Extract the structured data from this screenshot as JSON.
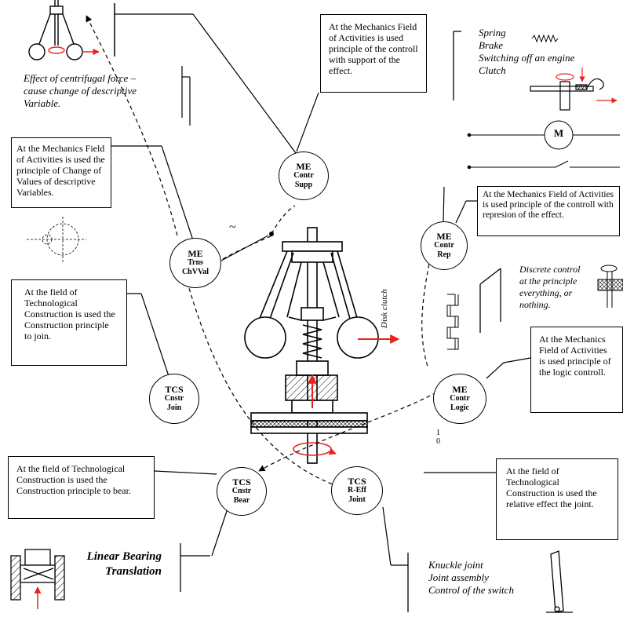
{
  "nodes": {
    "me_contr_supp": {
      "l1": "ME",
      "l2": "Contr",
      "l3": "Supp"
    },
    "me_trns_chvval": {
      "l1": "ME",
      "l2": "Trns",
      "l3": "ChVVal"
    },
    "me_contr_rep": {
      "l1": "ME",
      "l2": "Contr",
      "l3": "Rep"
    },
    "me_contr_logic": {
      "l1": "ME",
      "l2": "Contr",
      "l3": "Logic"
    },
    "tcs_cnstr_join": {
      "l1": "TCS",
      "l2": "Cnstr",
      "l3": "Join"
    },
    "tcs_cnstr_bear": {
      "l1": "TCS",
      "l2": "Cnstr",
      "l3": "Bear"
    },
    "tcs_reff_joint": {
      "l1": "TCS",
      "l2": "R-Eff",
      "l3": "Joint"
    }
  },
  "boxes": {
    "contr_supp": "At the Mechanics Field of Activities is used principle of the controll with support of the effect.",
    "chvval": "At the Mechanics Field of Activities is used the principle of Change of Values of descriptive Variables.",
    "contr_rep": "At the Mechanics Field of Activities is used principle of the controll with represion of the effect.",
    "join": "At the field of Technological Construction is used the Construction principle to join.",
    "logic": "At the Mechanics Field of Activities is used principle of the logic controll.",
    "bear": "At the field of Technological Construction is used the Construction principle to bear.",
    "reff": "At the field of Technological Construction is used the relative effect the joint."
  },
  "captions": {
    "centrifugal": [
      "Effect of centrifugal force –",
      "cause change of descriptive",
      "Variable."
    ],
    "spring": [
      "Spring",
      "Brake",
      "Switching off an engine",
      "Clutch"
    ],
    "discrete": [
      "Discrete control",
      "at the principle",
      "everything, or",
      "nothing."
    ],
    "linear_bearing": [
      "Linear Bearing",
      "Translation"
    ],
    "knuckle": [
      "Knuckle joint",
      "Joint assembly",
      "Control of the switch"
    ],
    "disk_clutch": "Disk clutch",
    "motor_label": "M",
    "tilde": "~",
    "binary": [
      "1",
      "0"
    ]
  },
  "colors": {
    "arrow_red": "#e8221e",
    "line": "#000000"
  }
}
